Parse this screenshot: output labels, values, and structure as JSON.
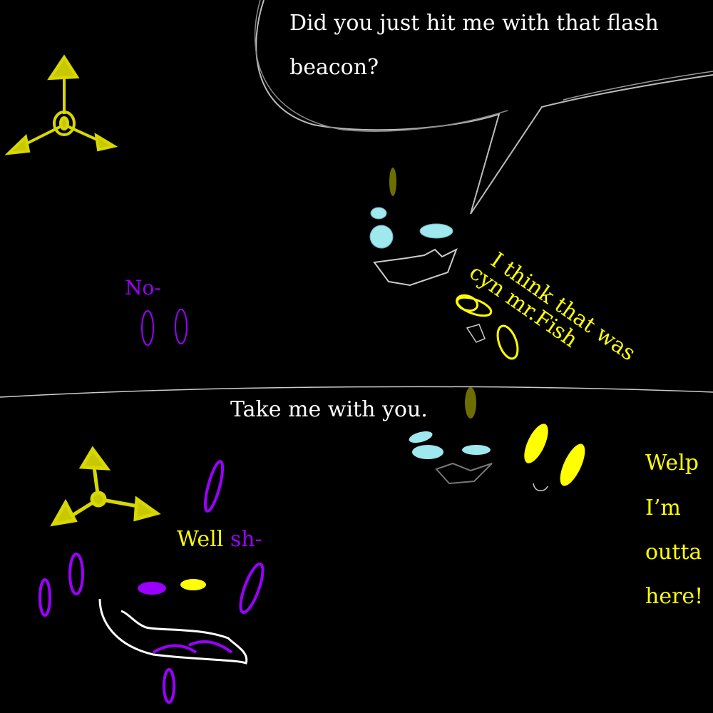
{
  "colors": {
    "background": "#000000",
    "speech": "#ffffff",
    "yellow": "#ffff00",
    "purple": "#9b00ff",
    "cyan": "#9ee8ee"
  },
  "panel_top": {
    "speech_bubble": {
      "line1": "Did you just hit me with that flash",
      "line2": "beacon?"
    },
    "yellow_speech": {
      "line1": "I think that was",
      "line2": "cyn mr.Fish"
    },
    "purple_speech": "No-"
  },
  "panel_bottom": {
    "speech_white": "Take me with you.",
    "yellow_speech": {
      "line1": "Welp",
      "line2": "I’m",
      "line3": "outta",
      "line4": "here!"
    },
    "mixed_speech": {
      "yellow_part": "Well",
      "purple_part": "sh-"
    }
  }
}
